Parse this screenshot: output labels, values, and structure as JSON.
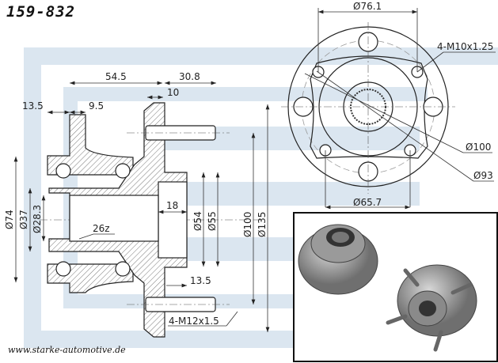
{
  "part_number": "159-832",
  "website": "www.starke-automotive.de",
  "colors": {
    "watermark": "#dbe6f0",
    "hatch": "#555555",
    "line": "#222222"
  },
  "side_view": {
    "dims": {
      "d1": "13.5",
      "d2": "9.5",
      "d3": "54.5",
      "d4": "30.8",
      "d5": "10",
      "d6": "18",
      "d7": "13.5",
      "dia74": "Ø74",
      "dia37": "Ø37",
      "dia28": "Ø28.3",
      "dia54": "Ø54",
      "dia55": "Ø55",
      "dia100": "Ø100",
      "dia135": "Ø135",
      "spline": "26z",
      "stud": "4-M12x1.5"
    }
  },
  "front_view": {
    "dims": {
      "dia76": "Ø76.1",
      "dia65": "Ø65.7",
      "dia100": "Ø100",
      "dia93": "Ø93",
      "bolts": "4-M10x1.25"
    }
  }
}
